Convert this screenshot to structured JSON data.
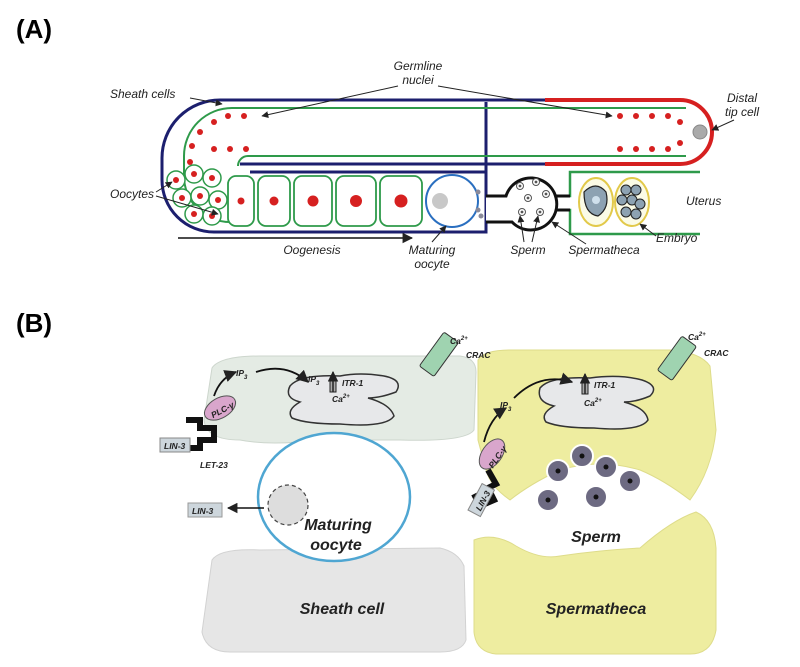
{
  "panel_a": {
    "letter": "(A)",
    "labels": {
      "sheath_cells": "Sheath cells",
      "germline_nuclei_1": "Germline",
      "germline_nuclei_2": "nuclei",
      "distal_1": "Distal",
      "distal_2": "tip cell",
      "oocytes": "Oocytes",
      "uterus": "Uterus",
      "oogenesis": "Oogenesis",
      "maturing_1": "Maturing",
      "maturing_2": "oocyte",
      "sperm": "Sperm",
      "spermatheca": "Spermatheca",
      "embryo": "Embryo"
    }
  },
  "panel_b": {
    "letter": "(B)",
    "labels": {
      "ca_left": "Ca",
      "ca_sup_left": "2+",
      "crac_left": "CRAC",
      "ip3_left_a": "IP",
      "ip3_left_b": "IP",
      "ip3_sub": "3",
      "itr1_left": "ITR-1",
      "ca2_left": "Ca",
      "plc_left": "PLC-γ",
      "lin3_left": "LIN-3",
      "let23": "LET-23",
      "lin3_secreted": "LIN-3",
      "maturing_1": "Maturing",
      "maturing_2": "oocyte",
      "sheath_cell": "Sheath cell",
      "ca_right": "Ca",
      "ca_sup_right": "2+",
      "crac_right": "CRAC",
      "ip3_right": "IP",
      "itr1_right": "ITR-1",
      "ca2_right": "Ca",
      "plc_right": "PLC-γ",
      "lin3_right": "LIN-3",
      "sperm": "Sperm",
      "spermatheca": "Spermatheca"
    }
  },
  "colors": {
    "navy": "#1c1f6e",
    "green": "#2e9a4a",
    "red": "#d62020",
    "sheath_fill": "#e4ebe4",
    "spermatheca_fill": "#eeeda0",
    "er_fill": "#e7e8ea",
    "oocyte_ring": "#4fa6d2",
    "crac": "#9fd3b0",
    "plc": "#d9a6cc"
  }
}
